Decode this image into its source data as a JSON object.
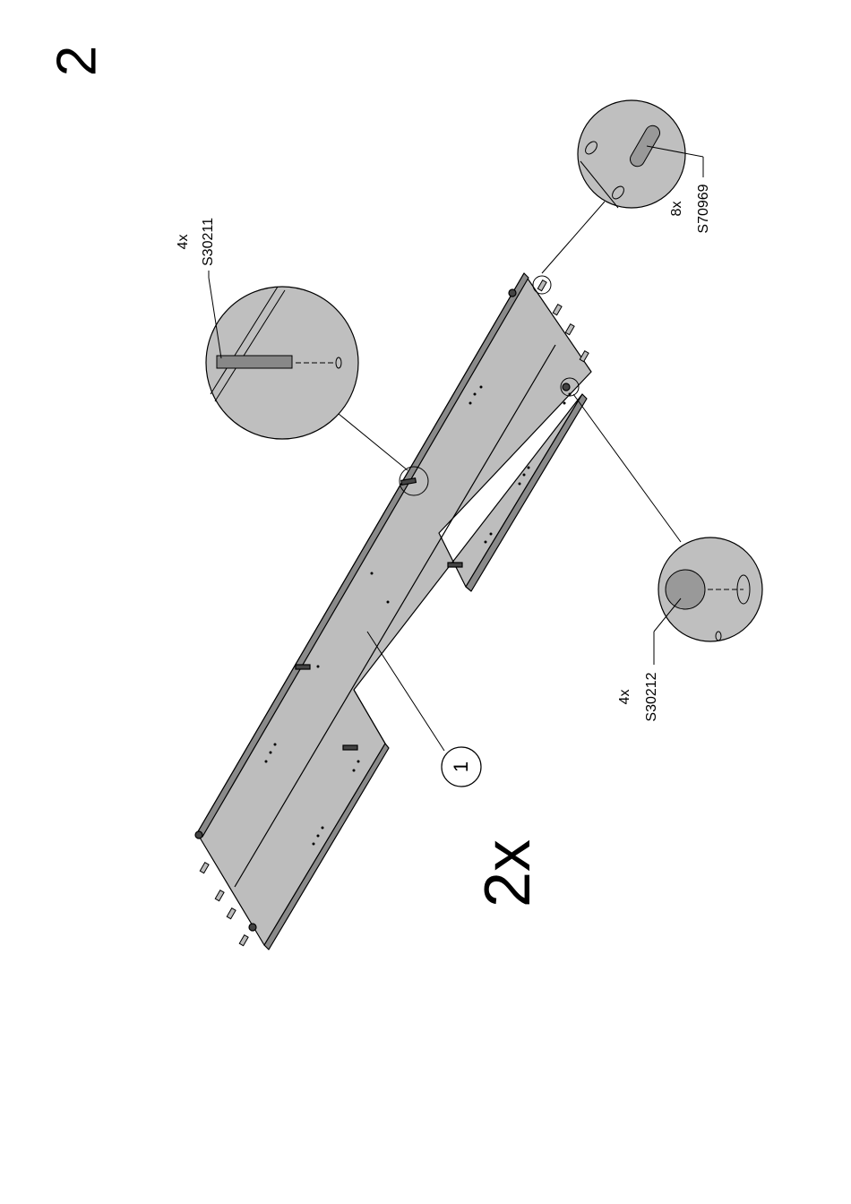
{
  "step_number": "2",
  "multiplier": "2x",
  "callouts": {
    "cam_bolt": {
      "qty": "4x",
      "code": "S30211"
    },
    "dowel": {
      "qty": "8x",
      "code": "S70969"
    },
    "cam_lock": {
      "qty": "4x",
      "code": "S30212"
    }
  },
  "part_number": "1",
  "colors": {
    "panel": "#bdbdbd",
    "panel_edge": "#8a8a8a",
    "line": "#000000",
    "detail_bg": "#bfbfbf"
  }
}
